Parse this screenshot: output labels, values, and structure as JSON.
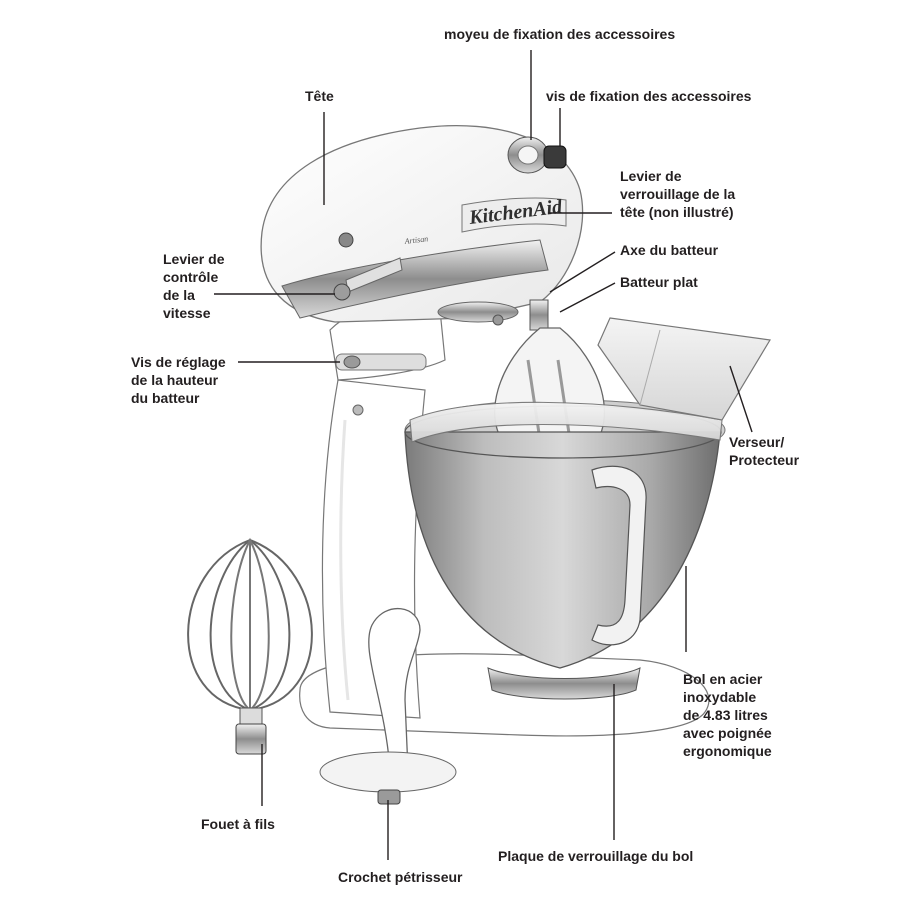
{
  "labels": {
    "moyeu": "moyeu de fixation des accessoires",
    "vis_fixation": "vis de fixation des accessoires",
    "tete": "Tête",
    "levier_verrou": "Levier de\nverrouillage de la\ntête (non illustré)",
    "axe_batteur": "Axe du batteur",
    "batteur_plat": "Batteur plat",
    "levier_vitesse": "Levier de\ncontrôle\nde la\nvitesse",
    "vis_reglage": "Vis de réglage\nde la hauteur\ndu batteur",
    "verseur": "Verseur/\nProtecteur",
    "bol": "Bol en acier\ninoxydable\nde 4.83 litres\navec poignée\nergonomique",
    "fouet": "Fouet à fils",
    "plaque": "Plaque de verrouillage du bol",
    "crochet": "Crochet pétrisseur"
  },
  "brand": {
    "name": "KitchenAid",
    "model": "Artisan"
  },
  "colors": {
    "text": "#231f20",
    "outline": "#555555",
    "chrome": "#9a9a9a"
  }
}
